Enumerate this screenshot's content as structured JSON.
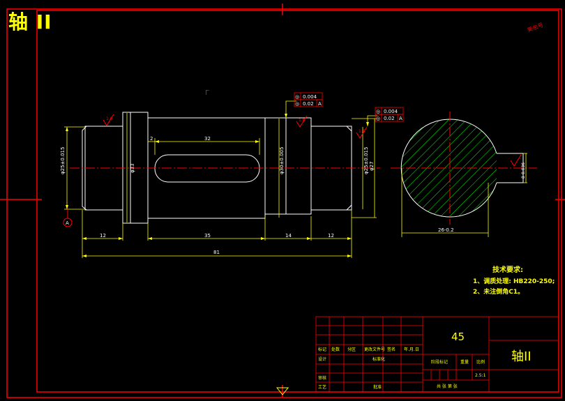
{
  "drawing": {
    "page_title": "轴 II",
    "material": "45",
    "part_name": "轴II",
    "scale": "2.5:1",
    "corner_note": "美余号",
    "datum_label": "A",
    "section_cut_mark": "Γ",
    "geometric_tolerances": [
      {
        "symbol": "◎",
        "value": "0.004",
        "datum": ""
      },
      {
        "symbol": "◎",
        "value": "0.02",
        "datum": "A"
      },
      {
        "symbol": "◎",
        "value": "0.004",
        "datum": ""
      },
      {
        "symbol": "◎",
        "value": "0.02",
        "datum": "A"
      }
    ],
    "dimensions": {
      "d_left_journal": "φ25±0.015",
      "d_collar": "φ33",
      "d_gear_seat": "φ30±0.005",
      "d_right_journal": "φ25±0.015",
      "d_right_end": "φ27",
      "key_length": "32",
      "key_offset": "2",
      "len_12a": "12",
      "len_35": "35",
      "len_14": "14",
      "len_12b": "12",
      "len_total": "81",
      "section_width": "26-0.2",
      "section_keyway": "8-0.036"
    },
    "roughness": [
      "1.6",
      "1.6",
      "1.6"
    ],
    "tech_requirements": {
      "title": "技术要求:",
      "items": [
        "1、调质处理: HB220-250;",
        "2、未注倒角C1。"
      ]
    },
    "title_block": {
      "row_labels": [
        "标记",
        "处数",
        "分区",
        "更改文件号",
        "签名",
        "年.月.日"
      ],
      "design": "设计",
      "standardize": "标准化",
      "review": "审核",
      "process": "工艺",
      "approve": "批准",
      "stage_mark": "阶段标记",
      "weight": "重量",
      "ratio": "比例",
      "sheets": "共  张  第  张"
    }
  }
}
